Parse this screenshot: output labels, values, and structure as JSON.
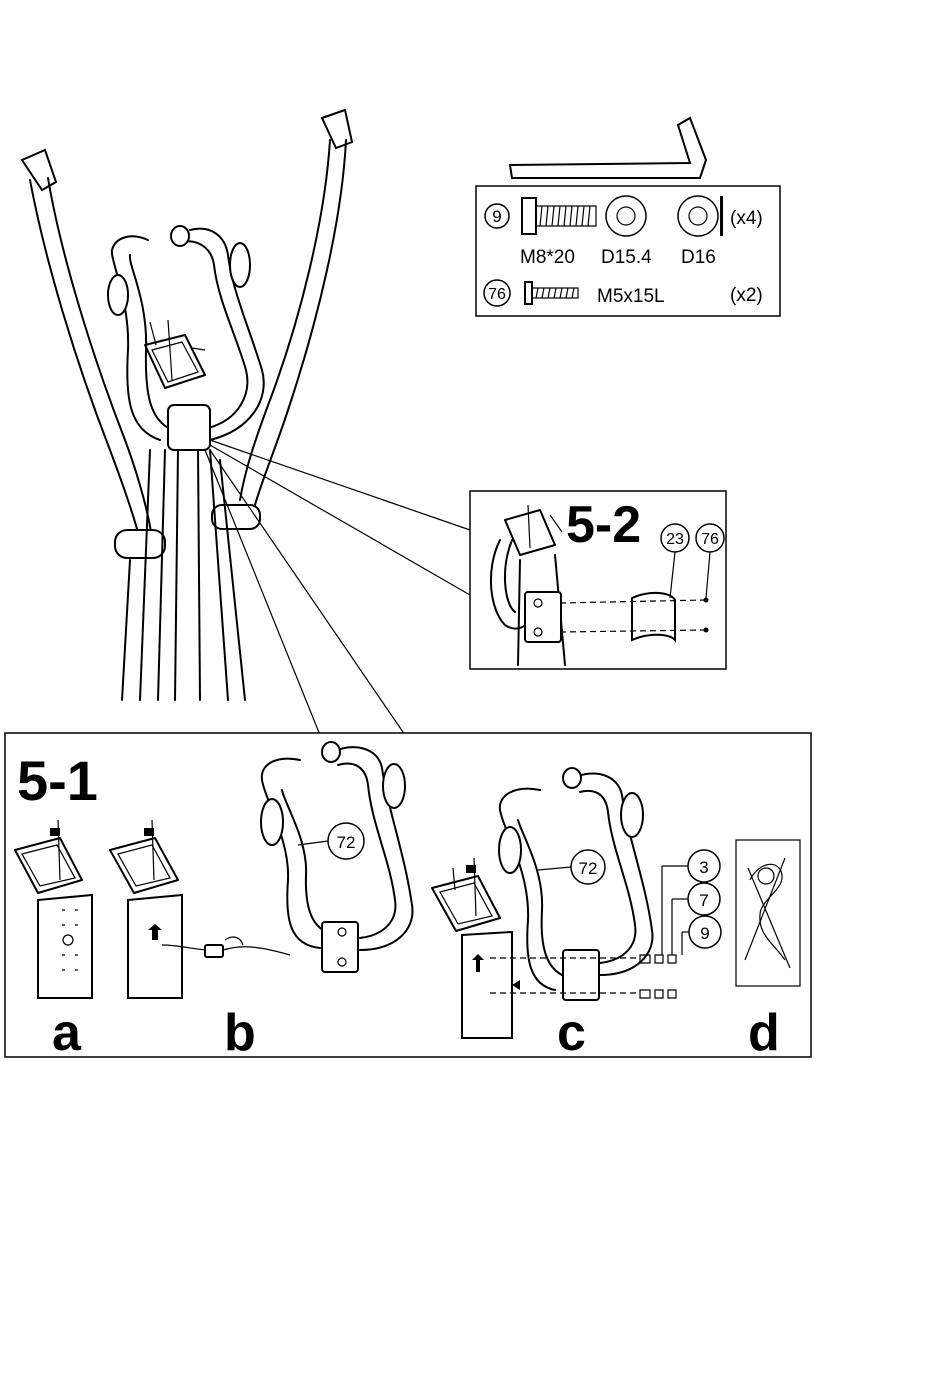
{
  "hardware": {
    "row1": {
      "callout": "9",
      "parts": [
        "M8*20",
        "D15.4",
        "D16"
      ],
      "qty": "(x4)"
    },
    "row2": {
      "callout": "76",
      "part": "M5x15L",
      "qty": "(x2)"
    }
  },
  "detail_5_2": {
    "title": "5-2",
    "callouts": [
      "23",
      "76"
    ]
  },
  "detail_5_1": {
    "title": "5-1",
    "steps": [
      "a",
      "b",
      "c",
      "d"
    ],
    "callout_b": "72",
    "callout_c": "72",
    "stack": [
      "3",
      "7",
      "9"
    ]
  }
}
